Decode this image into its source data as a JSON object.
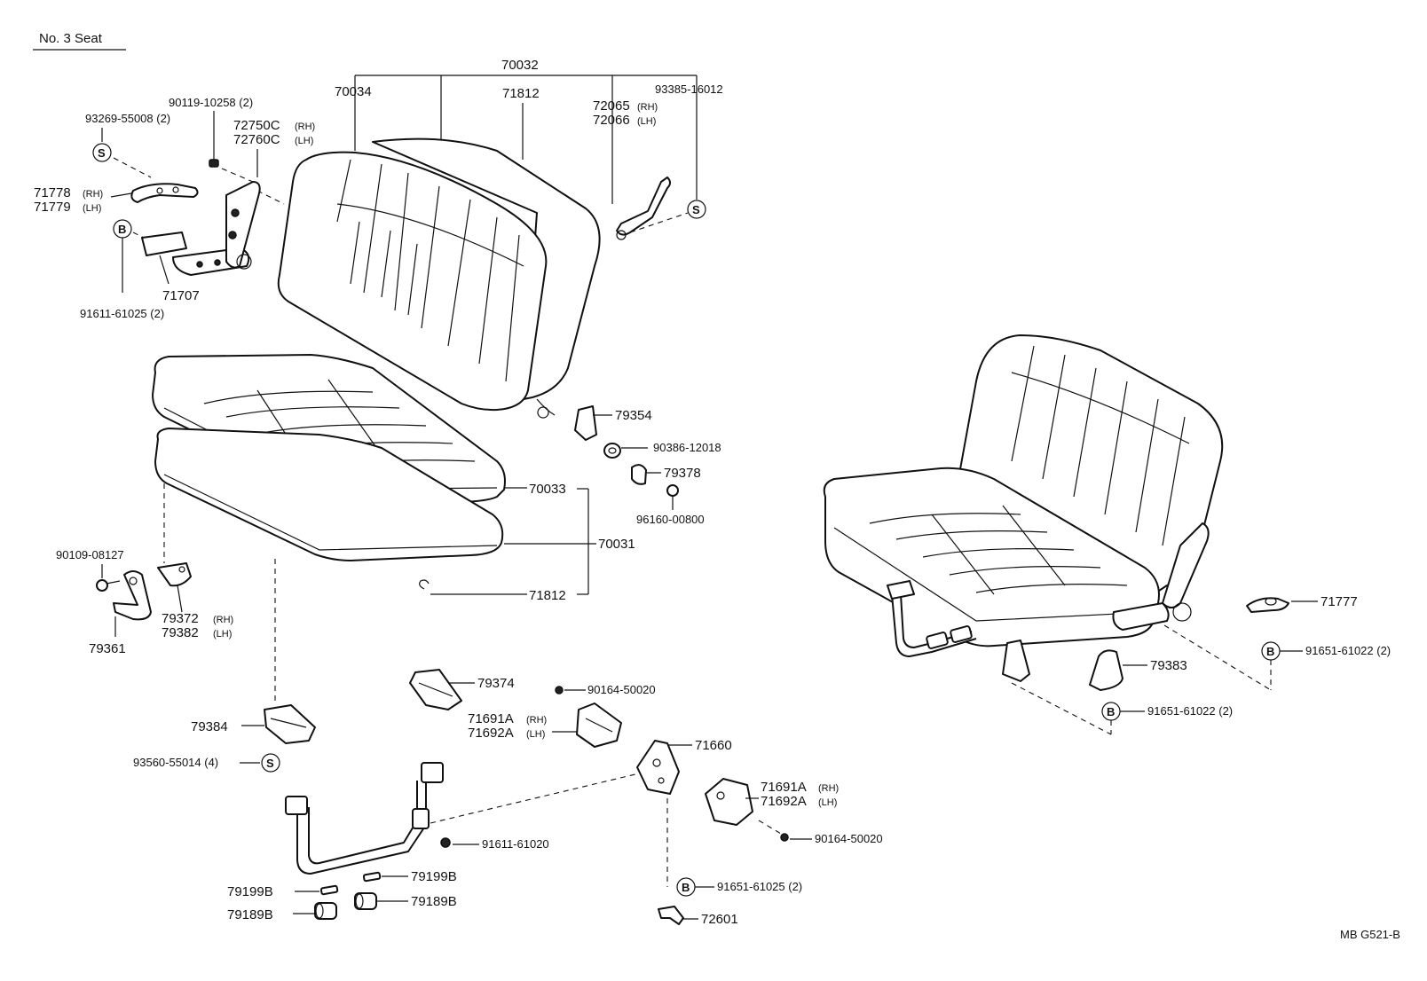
{
  "title": "No. 3  Seat",
  "figure_code": "MB  G521-B",
  "symbols": {
    "s": "S",
    "b": "B"
  },
  "labels": {
    "p70032": "70032",
    "p70034": "70034",
    "p71812_top": "71812",
    "p72065": "72065",
    "p72066": "72066",
    "p93385": "93385-16012",
    "p90119": "90119-10258 (2)",
    "p72750": "72750C",
    "p72760": "72760C",
    "p93269": "93269-55008 (2)",
    "p71778": "71778",
    "p71779": "71779",
    "p71707": "71707",
    "p91611_25": "91611-61025 (2)",
    "p79354": "79354",
    "p90386": "90386-12018",
    "p79378": "79378",
    "p96160": "96160-00800",
    "p70033": "70033",
    "p70031": "70031",
    "p71812_bot": "71812",
    "p90109": "90109-08127",
    "p79372": "79372",
    "p79382": "79382",
    "p79361": "79361",
    "p79374": "79374",
    "p90164_top": "90164-50020",
    "p71691a_1": "71691A",
    "p71692a_1": "71692A",
    "p71660": "71660",
    "p79384": "79384",
    "p93560": "93560-55014 (4)",
    "p71691a_2": "71691A",
    "p71692a_2": "71692A",
    "p90164_bot": "90164-50020",
    "p91611_20": "91611-61020",
    "p79199b_l": "79199B",
    "p79199b_r": "79199B",
    "p79189b_l": "79189B",
    "p79189b_r": "79189B",
    "p91651_25": "91651-61025 (2)",
    "p72601": "72601",
    "p71777": "71777",
    "p91651_22a": "91651-61022 (2)",
    "p79383": "79383",
    "p91651_22b": "91651-61022 (2)"
  },
  "side": {
    "rh": "(RH)",
    "lh": "(LH)"
  }
}
